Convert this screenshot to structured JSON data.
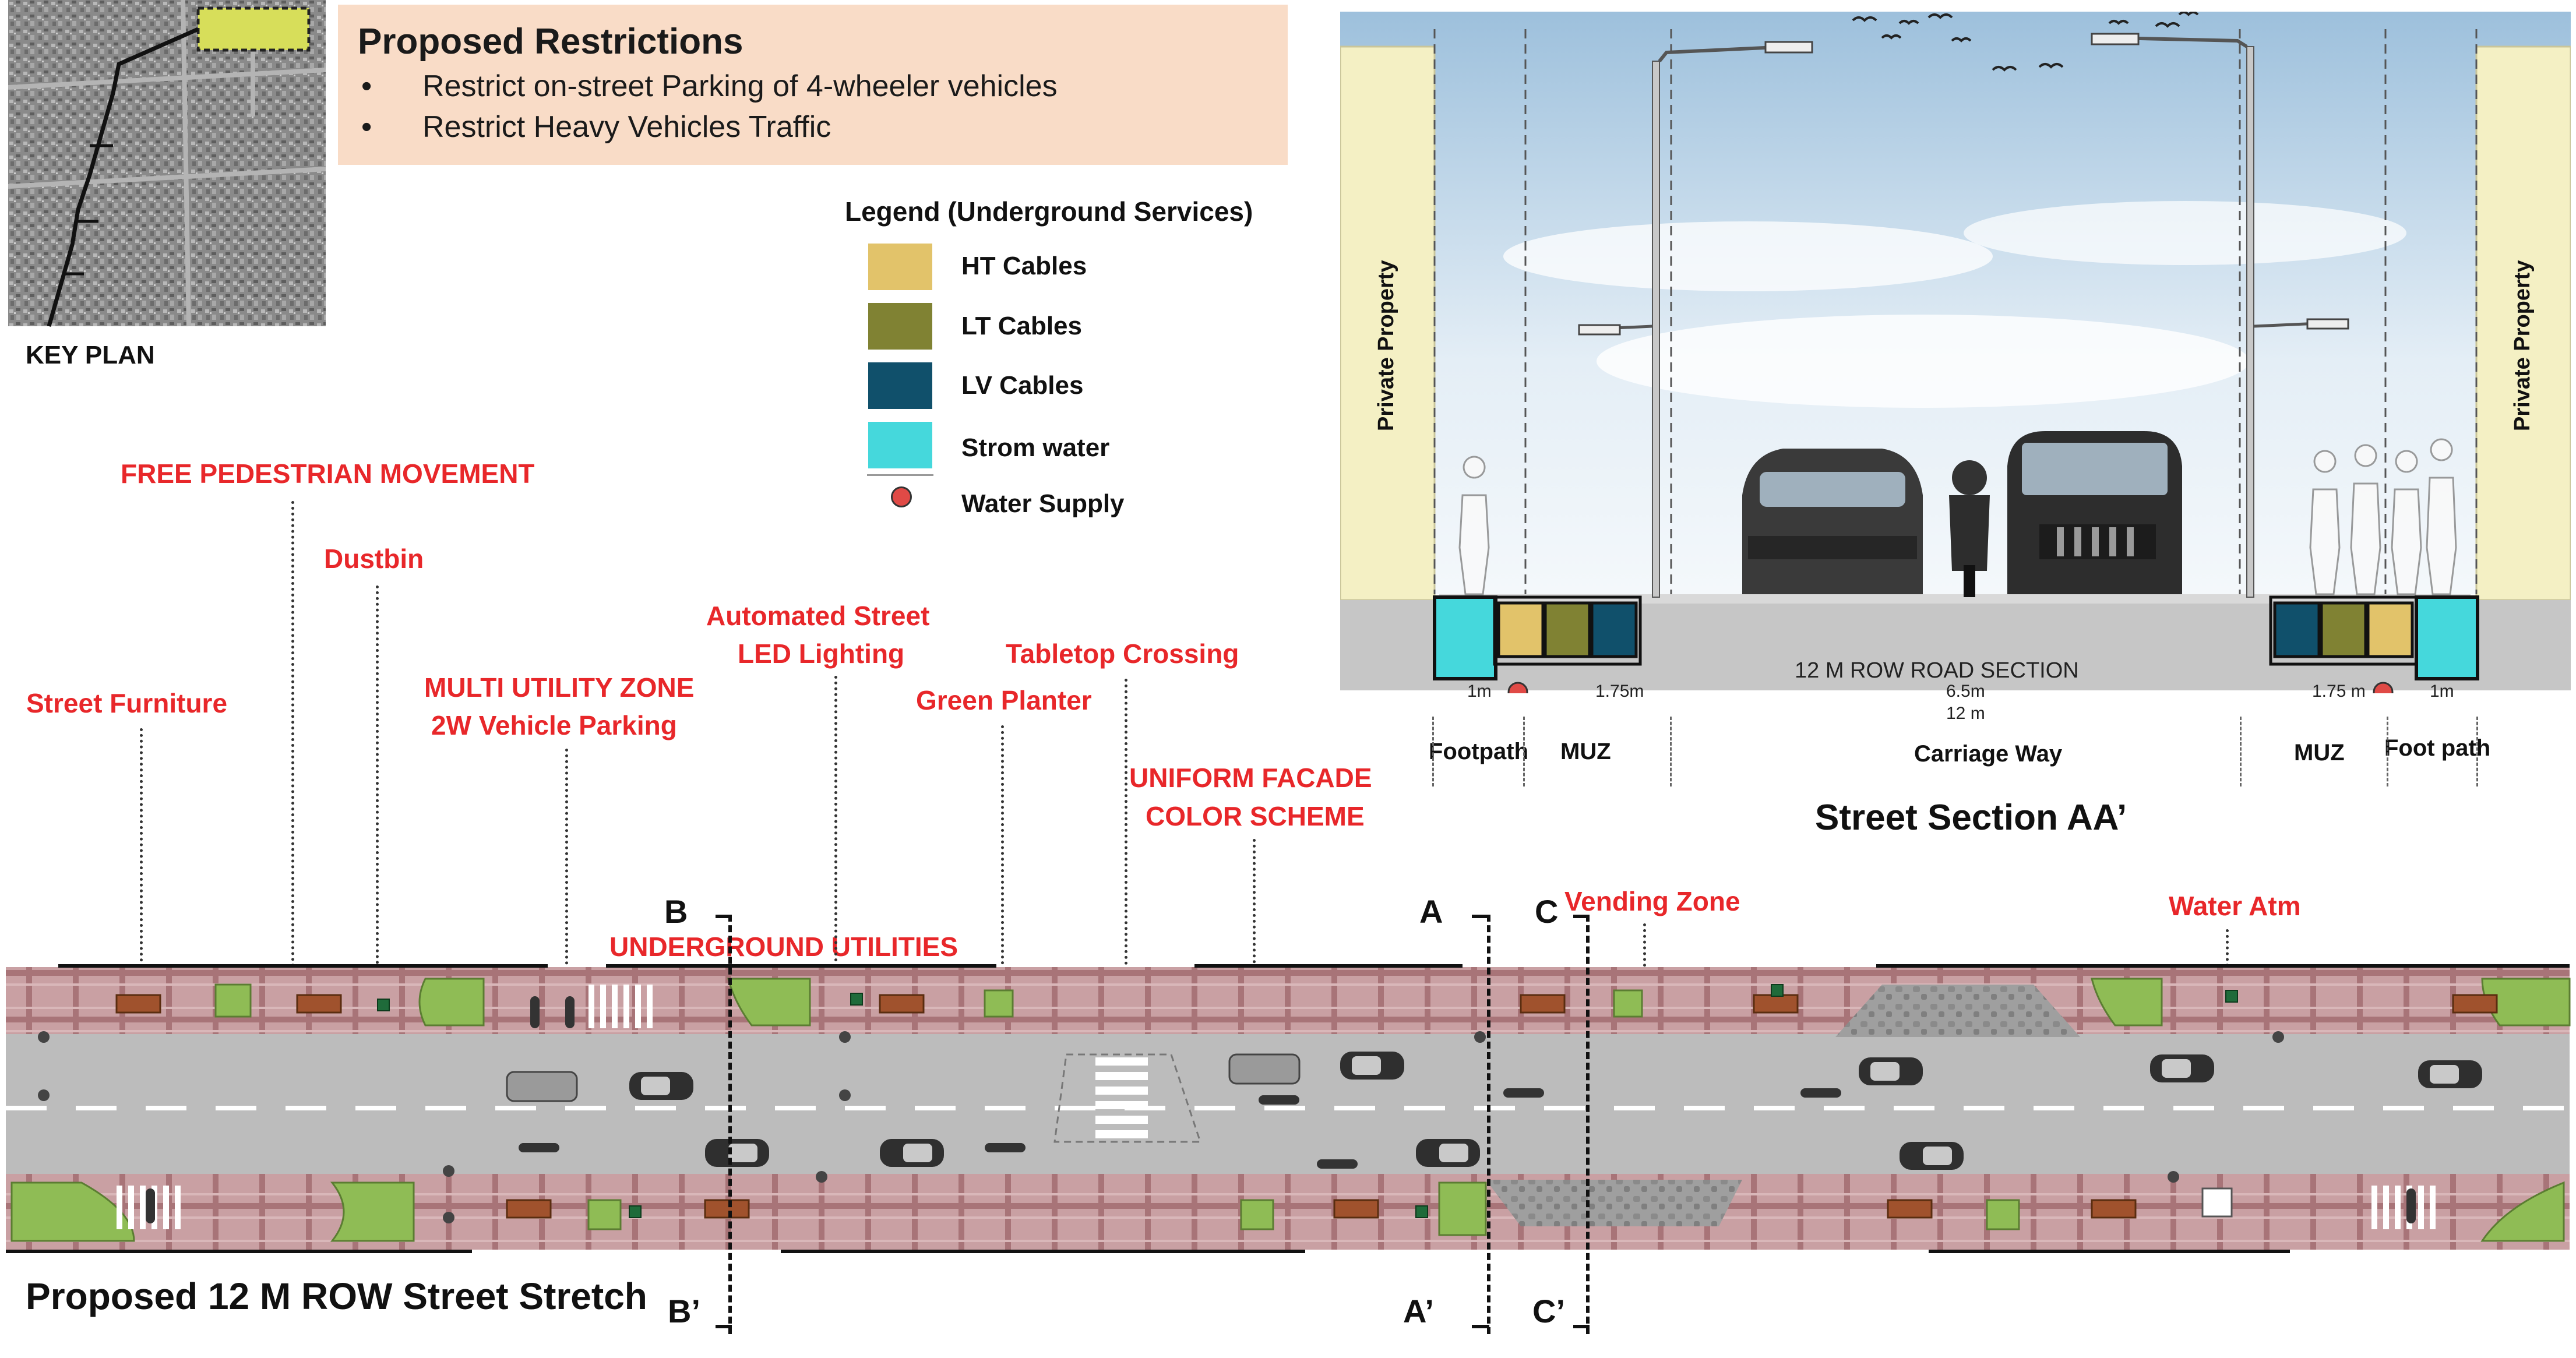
{
  "key_plan": {
    "caption": "KEY PLAN"
  },
  "restrictions": {
    "title": "Proposed Restrictions",
    "items": [
      "Restrict on-street Parking of 4-wheeler vehicles",
      "Restrict Heavy Vehicles Traffic"
    ],
    "bullet": "•"
  },
  "legend": {
    "title": "Legend (Underground Services)",
    "items": [
      {
        "label": "HT Cables",
        "color": "#e2c36a"
      },
      {
        "label": "LT Cables",
        "color": "#808233"
      },
      {
        "label": "LV Cables",
        "color": "#10506b"
      },
      {
        "label": "Strom water",
        "color": "#45d8dc"
      },
      {
        "label": "Water Supply",
        "color": "#e04a46"
      }
    ]
  },
  "section": {
    "title": "Street Section AA’",
    "road_label": "12 M  ROW ROAD SECTION",
    "private_left": "Private Property",
    "private_right": "Private Property",
    "dims": {
      "left_fp": "1m",
      "left_muz": "1.75m",
      "carriage": "6.5m",
      "total": "12 m",
      "right_muz": "1.75 m",
      "right_fp": "1m"
    },
    "zones": {
      "footpath_left": "Footpath",
      "muz_left": "MUZ",
      "carriage": "Carriage Way",
      "muz_right": "MUZ",
      "footpath_right": "Foot path"
    }
  },
  "annotations": {
    "free_ped": "FREE PEDESTRIAN MOVEMENT",
    "dustbin": "Dustbin",
    "street_furniture": "Street Furniture",
    "muz_line1": "MULTI UTILITY ZONE",
    "muz_line2": "2W Vehicle Parking",
    "auto_line1": "Automated Street",
    "auto_line2": "LED Lighting",
    "tabletop": "Tabletop Crossing",
    "green_planter": "Green Planter",
    "facade_line1": "UNIFORM FACADE",
    "facade_line2": "COLOR SCHEME",
    "underground": "UNDERGROUND UTILITIES",
    "vending": "Vending Zone",
    "water_atm": "Water Atm"
  },
  "markers": {
    "b": "B",
    "b_prime": "B’",
    "a": "A",
    "a_prime": "A’",
    "c": "C",
    "c_prime": "C’"
  },
  "plan": {
    "title": "Proposed 12 M ROW Street Stretch"
  },
  "colors": {
    "paving": "#c9a0a3",
    "road": "#bcbcbc",
    "planter": "#8fbc55",
    "sky": "#d6e6f2",
    "property": "#f4f0c4",
    "annotation_red": "#e8272a"
  }
}
